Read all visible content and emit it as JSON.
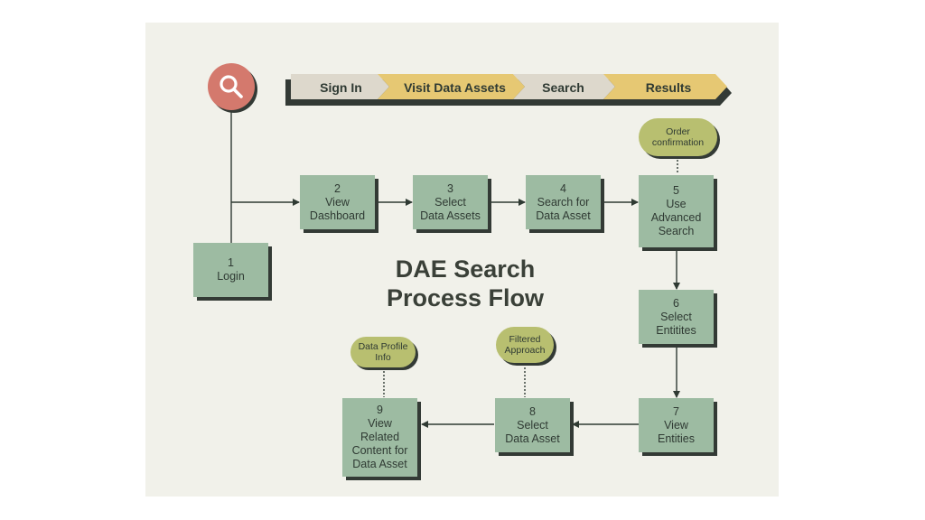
{
  "title": {
    "line1": "DAE Search",
    "line2": "Process Flow"
  },
  "stages": [
    "Sign In",
    "Visit Data Assets",
    "Search",
    "Results"
  ],
  "steps": [
    {
      "num": "1",
      "lines": [
        "Login"
      ]
    },
    {
      "num": "2",
      "lines": [
        "View",
        "Dashboard"
      ]
    },
    {
      "num": "3",
      "lines": [
        "Select",
        "Data Assets"
      ]
    },
    {
      "num": "4",
      "lines": [
        "Search for",
        "Data Asset"
      ]
    },
    {
      "num": "5",
      "lines": [
        "Use",
        "Advanced",
        "Search"
      ]
    },
    {
      "num": "6",
      "lines": [
        "Select",
        "Entitites"
      ]
    },
    {
      "num": "7",
      "lines": [
        "View",
        "Entities"
      ]
    },
    {
      "num": "8",
      "lines": [
        "Select",
        "Data Asset"
      ]
    },
    {
      "num": "9",
      "lines": [
        "View",
        "Related",
        "Content for",
        "Data Asset"
      ]
    }
  ],
  "notes": {
    "order": [
      "Order",
      "confirmation"
    ],
    "filtered": [
      "Filtered",
      "Approach"
    ],
    "profile": [
      "Data Profile",
      "Info"
    ]
  },
  "colors": {
    "box": "#9dbba2",
    "note": "#b8bf70",
    "search_circle": "#d4796d",
    "banner_light": "#ddd8cc",
    "banner_gold": "#e6c873",
    "shadow": "#333a35"
  },
  "icons": {
    "start": "search-icon"
  }
}
